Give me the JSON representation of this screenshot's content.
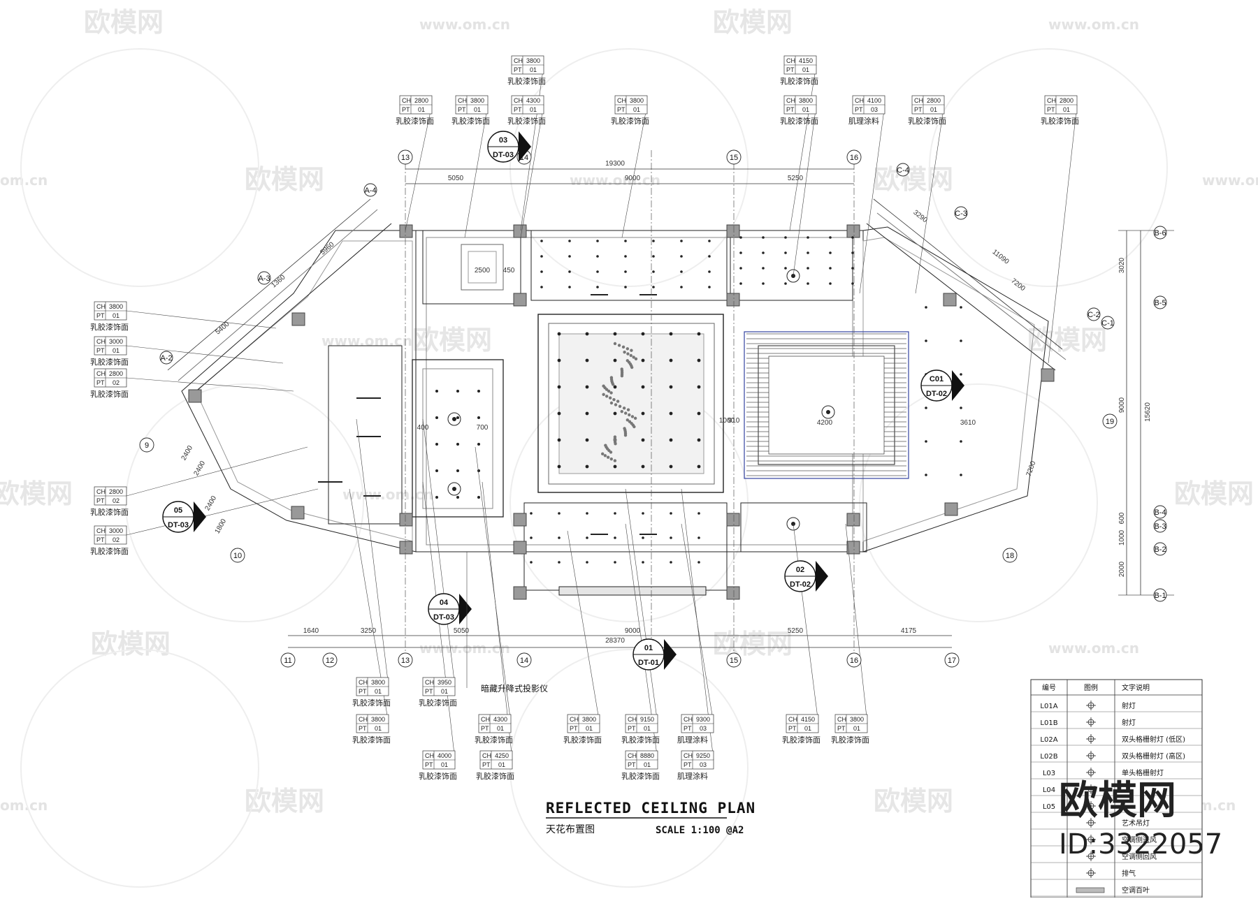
{
  "watermark": {
    "brand": "欧模网",
    "url": "www.om.cn",
    "url_short": "om.cn"
  },
  "title": {
    "english": "REFLECTED CEILING PLAN",
    "chinese": "天花布置图",
    "scale": "SCALE 1:100 @A2"
  },
  "projector_note": "暗藏升降式投影仪",
  "brand_mark": {
    "name": "欧模网",
    "id": "ID:3322057"
  },
  "dimensions": {
    "top_total": "19300",
    "top_segments": [
      "5050",
      "9000",
      "5250"
    ],
    "bottom_total": "28370",
    "bottom_segments": [
      "1640",
      "3250",
      "5050",
      "9000",
      "5250",
      "4175"
    ],
    "right_total": "15620",
    "right_segments": [
      "3020",
      "9000",
      "600",
      "1000",
      "2000"
    ],
    "upper_left_diag": [
      "5960",
      "1360",
      "5400"
    ],
    "upper_right_diag": [
      "3290",
      "11090",
      "7200"
    ],
    "left_diag": [
      "2400",
      "2400",
      "2400",
      "1800"
    ],
    "right_diag": "7200",
    "interior_samples": [
      "400",
      "1000",
      "910",
      "3610",
      "4200",
      "700",
      "450",
      "2500"
    ]
  },
  "grid_labels": {
    "top": [
      "13",
      "14",
      "15",
      "16"
    ],
    "bottom": [
      "11",
      "12",
      "13",
      "14",
      "15",
      "16",
      "17"
    ],
    "left": [
      "9",
      "10"
    ],
    "right_side": [
      "18",
      "19"
    ],
    "right_axis": [
      "B-6",
      "B-5",
      "B-4",
      "B-3",
      "B-2",
      "B-1"
    ],
    "diag": [
      "A-4",
      "A-3",
      "A-2",
      "C-4",
      "C-3",
      "C-2",
      "C-1"
    ]
  },
  "detail_markers": [
    {
      "num": "03",
      "ref": "DT-03"
    },
    {
      "num": "05",
      "ref": "DT-03"
    },
    {
      "num": "04",
      "ref": "DT-03"
    },
    {
      "num": "01",
      "ref": "DT-01"
    },
    {
      "num": "02",
      "ref": "DT-02"
    },
    {
      "num": "C01",
      "ref": "DT-02"
    }
  ],
  "ceiling_tags": [
    {
      "ch": "3800",
      "pt": "01",
      "label": "乳胶漆饰面"
    },
    {
      "ch": "2800",
      "pt": "01",
      "label": "乳胶漆饰面"
    },
    {
      "ch": "3800",
      "pt": "01",
      "label": "乳胶漆饰面"
    },
    {
      "ch": "4300",
      "pt": "01",
      "label": "乳胶漆饰面"
    },
    {
      "ch": "3800",
      "pt": "01",
      "label": "乳胶漆饰面"
    },
    {
      "ch": "4150",
      "pt": "01",
      "label": "乳胶漆饰面"
    },
    {
      "ch": "3800",
      "pt": "01",
      "label": "乳胶漆饰面"
    },
    {
      "ch": "4100",
      "pt": "03",
      "label": "肌理涂料"
    },
    {
      "ch": "2800",
      "pt": "01",
      "label": "乳胶漆饰面"
    },
    {
      "ch": "2800",
      "pt": "01",
      "label": "乳胶漆饰面"
    },
    {
      "ch": "3800",
      "pt": "01",
      "label": "乳胶漆饰面"
    },
    {
      "ch": "3000",
      "pt": "01",
      "label": "乳胶漆饰面"
    },
    {
      "ch": "2800",
      "pt": "02",
      "label": "乳胶漆饰面"
    },
    {
      "ch": "2800",
      "pt": "02",
      "label": "乳胶漆饰面"
    },
    {
      "ch": "3000",
      "pt": "02",
      "label": "乳胶漆饰面"
    },
    {
      "ch": "3800",
      "pt": "01",
      "label": "乳胶漆饰面"
    },
    {
      "ch": "3800",
      "pt": "01",
      "label": "乳胶漆饰面"
    },
    {
      "ch": "3950",
      "pt": "01",
      "label": "乳胶漆饰面"
    },
    {
      "ch": "4300",
      "pt": "01",
      "label": "乳胶漆饰面"
    },
    {
      "ch": "4000",
      "pt": "01",
      "label": "乳胶漆饰面"
    },
    {
      "ch": "4250",
      "pt": "01",
      "label": "乳胶漆饰面"
    },
    {
      "ch": "3800",
      "pt": "01",
      "label": "乳胶漆饰面"
    },
    {
      "ch": "9150",
      "pt": "01",
      "label": "乳胶漆饰面"
    },
    {
      "ch": "8880",
      "pt": "01",
      "label": "乳胶漆饰面"
    },
    {
      "ch": "9300",
      "pt": "03",
      "label": "肌理涂料"
    },
    {
      "ch": "9250",
      "pt": "03",
      "label": "肌理涂料"
    },
    {
      "ch": "4150",
      "pt": "01",
      "label": "乳胶漆饰面"
    },
    {
      "ch": "3800",
      "pt": "01",
      "label": "乳胶漆饰面"
    }
  ],
  "tag_keys": {
    "ch": "CH",
    "pt": "PT"
  },
  "legend": {
    "headers": [
      "编号",
      "图例",
      "文字说明"
    ],
    "rows": [
      {
        "code": "L01A",
        "icon": "crosshair-icon",
        "desc": "射灯"
      },
      {
        "code": "L01B",
        "icon": "crosshair-icon",
        "desc": "射灯"
      },
      {
        "code": "L02A",
        "icon": "double-grille-icon",
        "desc": "双头格栅射灯 (低区)"
      },
      {
        "code": "L02B",
        "icon": "double-grille-icon",
        "desc": "双头格栅射灯 (高区)"
      },
      {
        "code": "L03",
        "icon": "single-grille-icon",
        "desc": "单头格栅射灯"
      },
      {
        "code": "L04",
        "icon": "light-icon",
        "desc": ""
      },
      {
        "code": "L05",
        "icon": "light-icon",
        "desc": ""
      },
      {
        "code": "",
        "icon": "pendant-icon",
        "desc": "艺术吊灯"
      },
      {
        "code": "",
        "icon": "supply-vent-icon",
        "desc": "空调侧送风"
      },
      {
        "code": "",
        "icon": "return-vent-icon",
        "desc": "空调侧回风"
      },
      {
        "code": "",
        "icon": "exhaust-icon",
        "desc": "排气"
      },
      {
        "code": "",
        "icon": "louver-icon",
        "desc": "空调百叶"
      }
    ]
  }
}
